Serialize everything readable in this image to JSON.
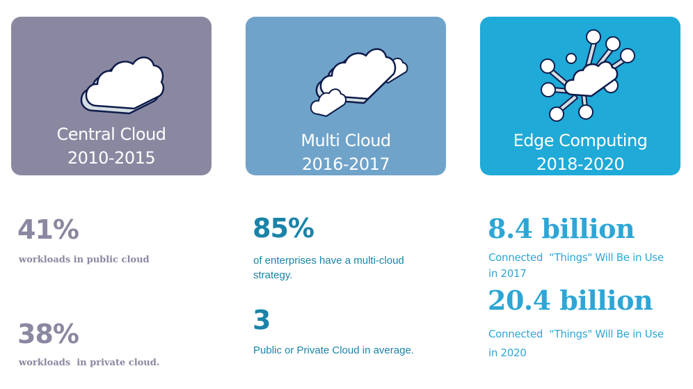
{
  "colors": {
    "central": "#8a88a1",
    "multi": "#70a3c9",
    "edge": "#1faad8",
    "grey_text": "#8a88a1",
    "teal_text": "#1a83a8",
    "blue_text": "#2da6d6"
  },
  "cards": [
    {
      "icon": "cloud-icon",
      "title": "Central Cloud",
      "years": "2010-2015"
    },
    {
      "icon": "multi-cloud-icon",
      "title": "Multi Cloud",
      "years": "2016-2017"
    },
    {
      "icon": "edge-network-icon",
      "title": "Edge Computing",
      "years": "2018-2020"
    }
  ],
  "central_stats": [
    {
      "value": "41%",
      "label": "workloads in public cloud"
    },
    {
      "value": "38%",
      "label": "workloads  in private cloud."
    }
  ],
  "multi_stats": [
    {
      "value": "85%",
      "label_line1": "of enterprises have a multi-cloud",
      "label_line2": "strategy."
    },
    {
      "value": "3",
      "label": "Public or Private Cloud in average."
    }
  ],
  "edge_stats": [
    {
      "value": "8.4 billion",
      "label_line1": "Connected  “Things\" Will Be in Use",
      "label_line2": "in 2017"
    },
    {
      "value": "20.4 billion",
      "label_line1": "Connected  “Things\" Will Be in Use",
      "label_line2": "in 2020"
    }
  ]
}
